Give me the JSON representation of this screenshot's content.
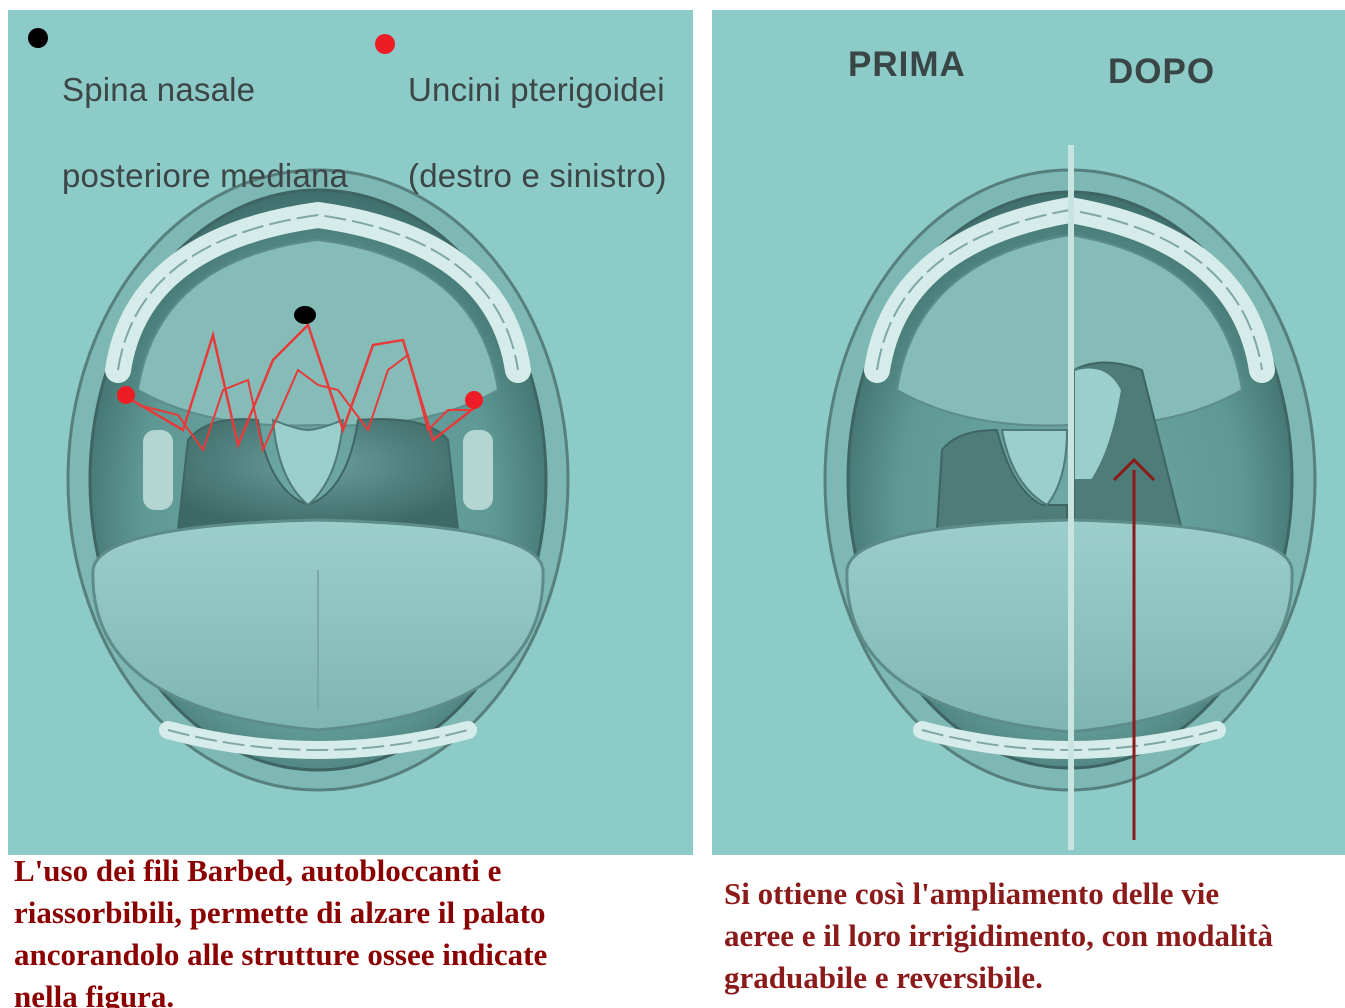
{
  "legend": {
    "posterior_spine": {
      "label_line1": "Spina nasale",
      "label_line2": "posteriore mediana",
      "marker_color": "#000000"
    },
    "pterygoid_hooks": {
      "label_line1": "Uncini pterigoidei",
      "label_line2": "(destro e sinistro)",
      "marker_color": "#ee1c24"
    }
  },
  "phase_labels": {
    "before": "PRIMA",
    "after": "DOPO"
  },
  "captions": {
    "left": {
      "lines": [
        "L'uso dei fili Barbed, autobloccanti e",
        "riassorbibili, permette di alzare il palato",
        "ancorandolo alle strutture ossee indicate",
        "nella figura."
      ]
    },
    "right": {
      "lines": [
        "Si ottiene così l'ampliamento delle vie",
        "aeree e il loro irrigidimento, con modalità",
        "graduabile e reversibile."
      ]
    }
  },
  "colors": {
    "panel_background": "#8ccbc7",
    "suture_red": "#e53b3b",
    "arrow_dark_red": "#8b1a1a",
    "caption_left_text": "#8b0000",
    "caption_right_text": "#8b1a1a",
    "label_text": "#3c4646"
  },
  "icons": {
    "black_marker": "filled-circle",
    "red_marker": "filled-circle",
    "upward_arrow": "arrow-up"
  }
}
